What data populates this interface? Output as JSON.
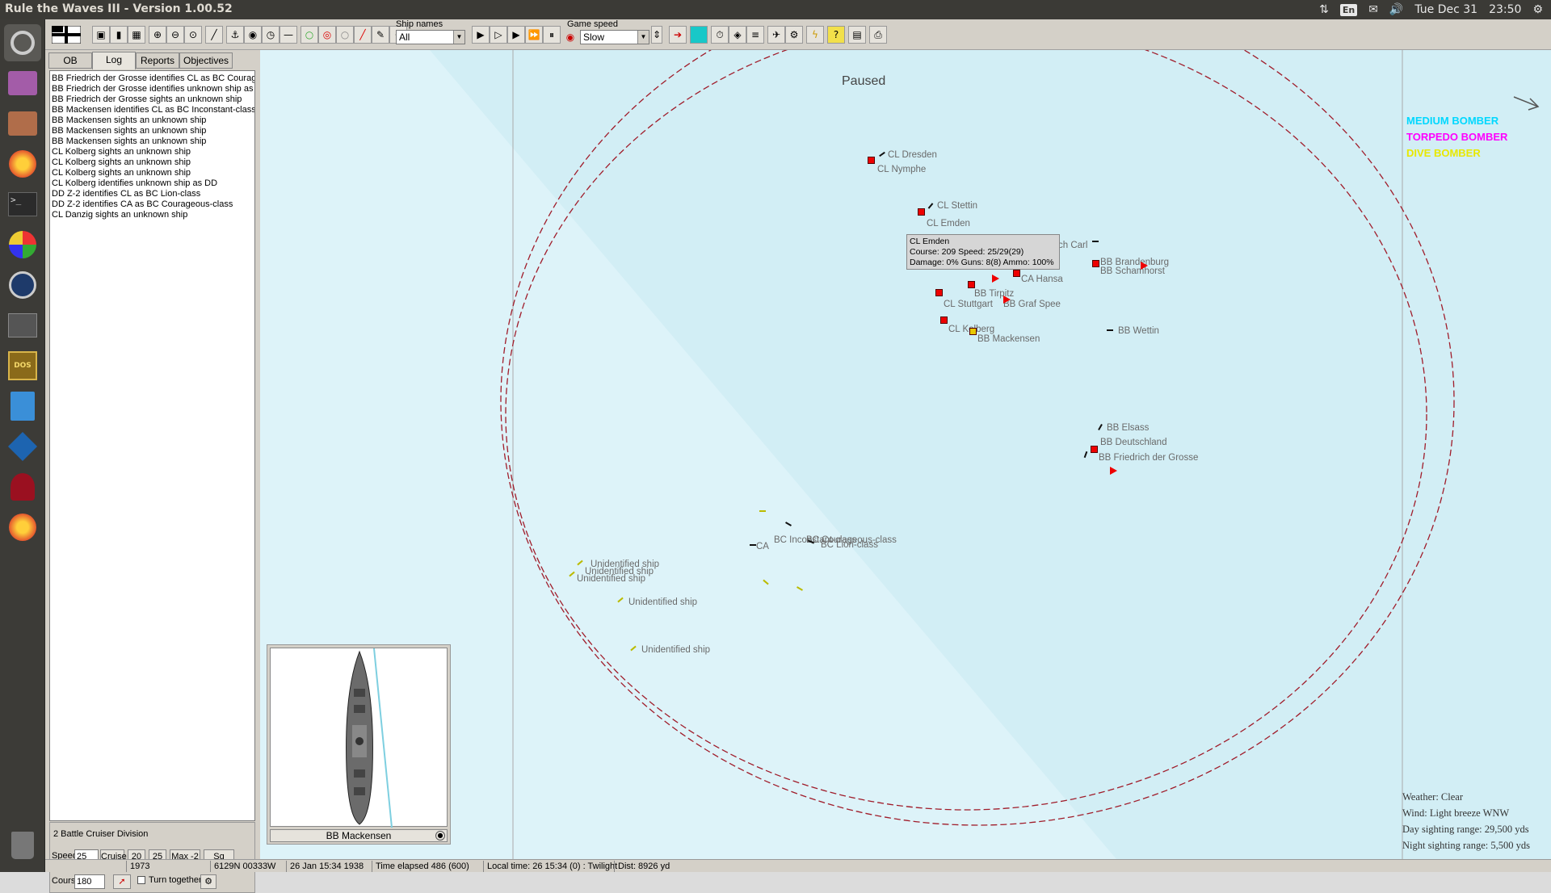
{
  "window": {
    "title": "Rule the Waves III - Version 1.00.52"
  },
  "tray": {
    "lang": "En",
    "date": "Tue Dec 31",
    "time": "23:50"
  },
  "launcher": [
    "settings-icon",
    "workspace-icon",
    "files-icon",
    "firefox-icon",
    "terminal-icon",
    "colors-app-icon",
    "lock-icon",
    "window-app-icon",
    "dosbox-icon",
    "document-viewer-icon",
    "virtualbox-icon",
    "wine-icon",
    "firefox-alt-icon",
    "trash-icon"
  ],
  "toolbar": {
    "ship_names_label": "Ship names",
    "ship_names_value": "All",
    "game_speed_label": "Game speed",
    "game_speed_value": "Slow"
  },
  "left_panel": {
    "tabs": [
      {
        "label": "OB"
      },
      {
        "label": "Log"
      },
      {
        "label": "Reports"
      },
      {
        "label": "Objectives"
      }
    ],
    "active_tab": "Log",
    "log": [
      "BB Friedrich der Grosse identifies CL as BC Courageous-class",
      "BB Friedrich der Grosse identifies unknown ship as CL",
      "BB Friedrich der Grosse sights an unknown ship",
      "BB Mackensen identifies CL as BC Inconstant-class",
      "BB Mackensen sights an unknown ship",
      "BB Mackensen sights an unknown ship",
      "BB Mackensen sights an unknown ship",
      "CL Kolberg sights an unknown ship",
      "CL Kolberg sights an unknown ship",
      "CL Kolberg sights an unknown ship",
      "CL Kolberg identifies unknown ship as DD",
      "DD Z-2 identifies CL as BC Lion-class",
      "DD Z-2 identifies CA as BC Courageous-class",
      "CL Danzig sights an unknown ship"
    ],
    "division": {
      "name": "2 Battle Cruiser Division",
      "speed_label": "Speed",
      "speed_value": "25",
      "cruise_label": "Cruise",
      "btn_20": "20",
      "btn_25": "25",
      "btn_max2": "Max -2",
      "btn_sqmax": "Sq max",
      "course_label": "Course",
      "course_value": "180",
      "turn_together_label": "Turn together"
    }
  },
  "map": {
    "status": "Paused",
    "ships": [
      {
        "label": "CL Dresden"
      },
      {
        "label": "CL Nymphe"
      },
      {
        "label": "CL Stettin"
      },
      {
        "label": "CL Emden"
      },
      {
        "label": "ch Carl"
      },
      {
        "label": "BB Brandenburg"
      },
      {
        "label": "BB Schamhorst"
      },
      {
        "label": "CA Hansa"
      },
      {
        "label": "BB Tirpitz"
      },
      {
        "label": "CL Stuttgart"
      },
      {
        "label": "BB Graf Spee"
      },
      {
        "label": "CL Kolberg"
      },
      {
        "label": "BB Mackensen"
      },
      {
        "label": "BB Wettin"
      },
      {
        "label": "BB Elsass"
      },
      {
        "label": "BB Deutschland"
      },
      {
        "label": "BB Friedrich der Grosse"
      },
      {
        "label": "BC Inconstant-class"
      },
      {
        "label": "BC Courageous-class"
      },
      {
        "label": "BC Lion-class"
      },
      {
        "label": "CA"
      },
      {
        "label": "Unidentified ship"
      },
      {
        "label": "Unidentified ship"
      },
      {
        "label": "Unidentified ship"
      },
      {
        "label": "Unidentified ship"
      },
      {
        "label": "Unidentified ship"
      }
    ],
    "tooltip": {
      "name": "CL Emden",
      "line1": "Course: 209 Speed: 25/29(29)",
      "line2": "Damage: 0% Guns: 8(8) Ammo: 100%"
    },
    "legend": [
      {
        "label": "MEDIUM BOMBER",
        "color": "#00d8ff"
      },
      {
        "label": "TORPEDO BOMBER",
        "color": "#ff00ff"
      },
      {
        "label": "DIVE BOMBER",
        "color": "#e8e800"
      }
    ],
    "weather": {
      "weather": "Weather: Clear",
      "wind": "Wind: Light breeze  WNW",
      "day": "Day sighting range: 29,500 yds",
      "night": "Night sighting range: 5,500 yds"
    }
  },
  "preview": {
    "ship_name": "BB Mackensen"
  },
  "statusbar": {
    "year": "1973",
    "coords": "6129N 00333W",
    "datetime": "26 Jan 15:34 1938",
    "elapsed": "Time elapsed 486 (600)",
    "local": "Local time: 26 15:34 (0) : Twilight",
    "dist": "Dist: 8926 yd"
  }
}
